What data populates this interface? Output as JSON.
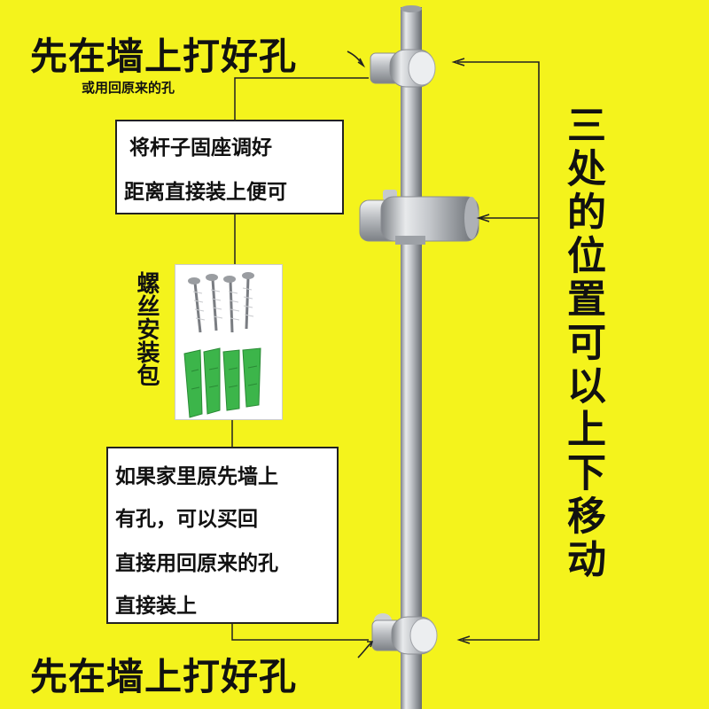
{
  "top_headline": "先在墙上打好孔",
  "top_subnote": "或用回原来的孔",
  "adjust_box": {
    "lines": [
      "将杆子固座调好",
      "距离直接装上便可"
    ]
  },
  "screw_pack_label": "螺丝安装包",
  "existing_hole_box": {
    "lines": [
      "如果家里原先墙上",
      "有孔，可以买回",
      "直接用回原来的孔",
      "直接装上"
    ]
  },
  "bottom_headline": "先在墙上打好孔",
  "right_vertical_label": "三处的位置可以上下移动",
  "colors": {
    "background": "#f4f31c",
    "box_fill": "#ffffff",
    "text": "#111111",
    "anchor_green": "#3cb54a",
    "rail_steel": "#b9bcc0"
  }
}
